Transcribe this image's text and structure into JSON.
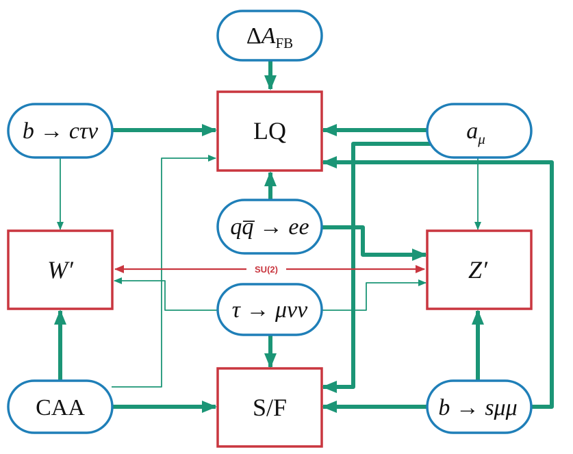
{
  "nodes": {
    "afb": {
      "pre": "Δ",
      "main": "A",
      "sub": "FB"
    },
    "bctn": {
      "text": "b → cτν"
    },
    "amu": {
      "main": "a",
      "sub": "μ"
    },
    "qqee": {
      "text": "qq̅ → ee"
    },
    "tmnn": {
      "text": "τ → μνν"
    },
    "caa": {
      "text": "CAA"
    },
    "bsmm": {
      "text": "b → sμμ"
    },
    "lq": {
      "text": "LQ"
    },
    "wp": {
      "text": "W′"
    },
    "zp": {
      "text": "Z′"
    },
    "sf": {
      "text": "S/F"
    }
  },
  "su2_label": "SU(2)",
  "colors": {
    "observable_border": "#1f7fb8",
    "model_border": "#c9363f",
    "arrow_green": "#1b9576",
    "arrow_red": "#c9363f"
  }
}
